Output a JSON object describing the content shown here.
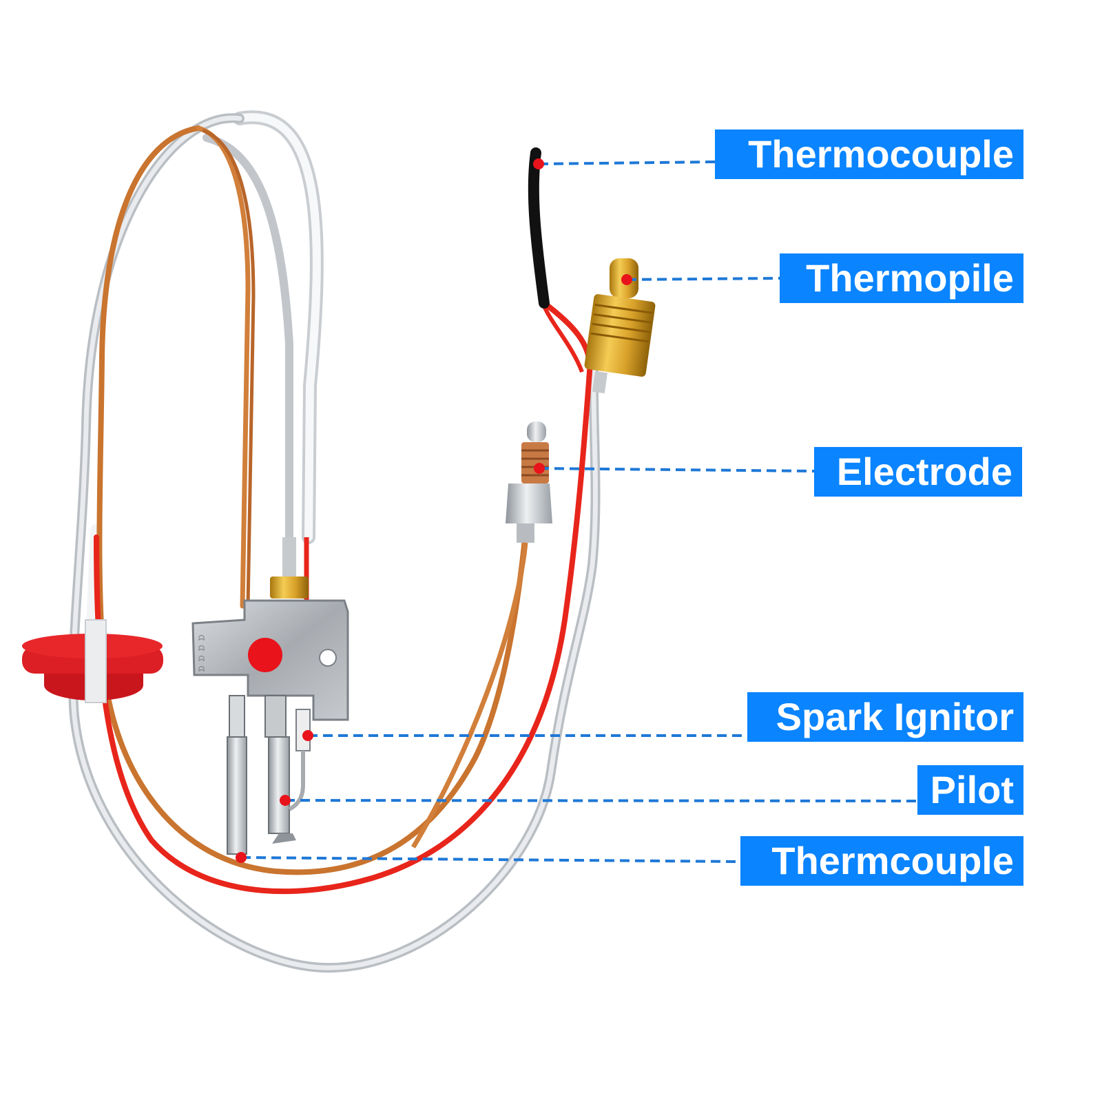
{
  "figure": {
    "subject": "pilot-assembly-photo",
    "background_color": "#ffffff",
    "label_background_color": "#0a84ff",
    "label_text_color": "#ffffff",
    "leader_line_color": "#1e78d7",
    "marker_color": "#e8131b",
    "callouts": [
      {
        "id": "thermocouple-top",
        "text": "Thermocouple"
      },
      {
        "id": "thermopile",
        "text": "Thermopile"
      },
      {
        "id": "electrode",
        "text": "Electrode"
      },
      {
        "id": "spark-ignitor",
        "text": "Spark Ignitor"
      },
      {
        "id": "pilot",
        "text": "Pilot"
      },
      {
        "id": "thermocouple-bottom",
        "text": "Thermcouple"
      }
    ]
  }
}
